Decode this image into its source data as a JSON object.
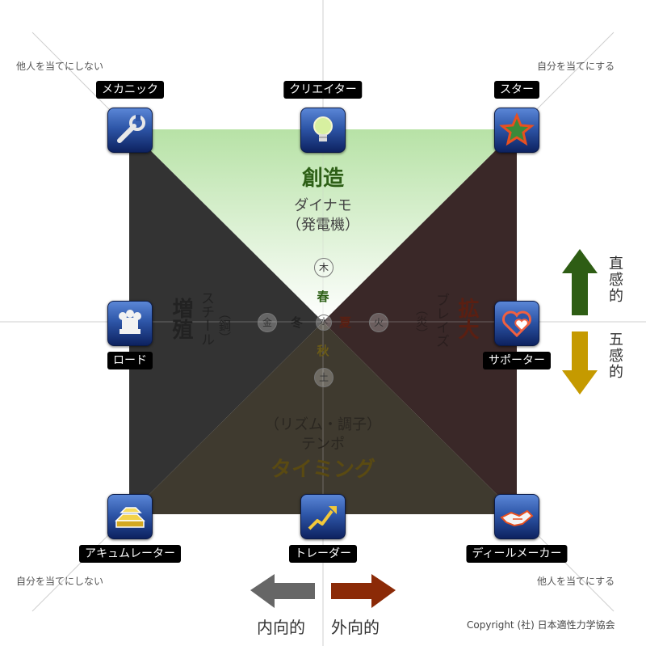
{
  "corners": {
    "top_left": "他人を当てにしない",
    "top_right": "自分を当てにする",
    "bottom_left": "自分を当てにしない",
    "bottom_right": "他人を当てにする"
  },
  "roles": {
    "mechanic": "メカニック",
    "creator": "クリエイター",
    "star": "スター",
    "lord": "ロード",
    "supporter": "サポーター",
    "accumulator": "アキュムレーター",
    "trader": "トレーダー",
    "dealmaker": "ディールメーカー"
  },
  "top": {
    "title": "創造",
    "sub": "ダイナモ",
    "paren": "（発電機）"
  },
  "right": {
    "title": "拡大",
    "sub": "ブレイズ",
    "paren": "（炎）"
  },
  "left": {
    "title": "増殖",
    "sub": "スチール",
    "paren": "（鋼）"
  },
  "bottom": {
    "paren": "（リズム・調子）",
    "sub": "テンポ",
    "title": "タイミング"
  },
  "center": {
    "wood": "木",
    "spring": "春",
    "fire": "火",
    "summer": "夏",
    "metal": "金",
    "winter": "冬",
    "autumn": "秋",
    "earth": "土",
    "water": "水"
  },
  "legend": {
    "intuition": "直感的",
    "five_senses": "五感的",
    "inward": "内向的",
    "outward": "外向的"
  },
  "copyright": "Copyright (社) 日本適性力学協会",
  "colors": {
    "top_fill": "#b8e3a8",
    "left_fill": "#333333",
    "right_fill": "#3a2828",
    "bottom_fill": "#3f3a2f",
    "green_arrow": "#2e5d14",
    "gold_arrow": "#c59a00",
    "gray_arrow": "#666666",
    "red_arrow": "#8b2a07"
  }
}
